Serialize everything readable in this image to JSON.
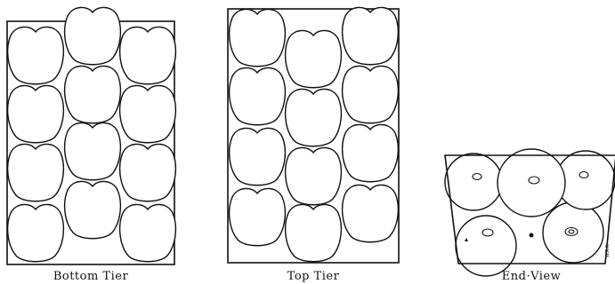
{
  "figure": {
    "panels": [
      {
        "id": "bottom",
        "caption": "Bottom Tier"
      },
      {
        "id": "top",
        "caption": "Top Tier"
      },
      {
        "id": "end",
        "caption": "End·View"
      }
    ],
    "signature": "W.R.R."
  }
}
